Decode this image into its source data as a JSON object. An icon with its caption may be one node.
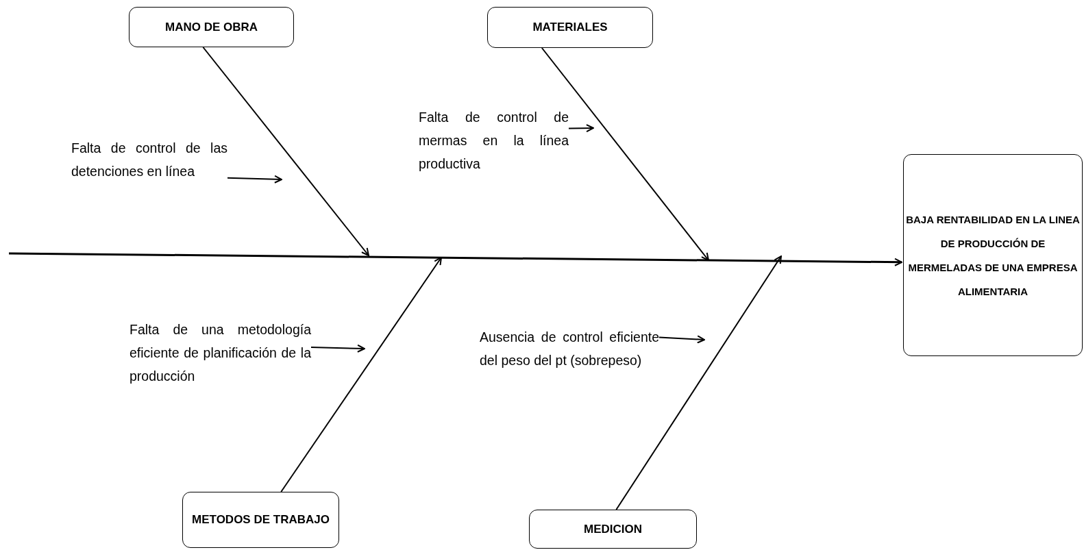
{
  "diagram": {
    "nodes": [
      {
        "text": [
          "MANO DE OBRA"
        ]
      },
      {
        "text": [
          "MATERIALES"
        ]
      },
      {
        "text": [
          "BAJA RENTABILIDAD EN LA LINEA DE PRODUCCIÓN DE MERMELADAS DE UNA EMPRESA ALIMENTARIA"
        ]
      },
      {
        "text": [
          "METODOS DE TRABAJO"
        ]
      },
      {
        "text": [
          "MEDICION"
        ]
      },
      {
        "text": [
          "Falta de control de las detenciones en línea"
        ]
      },
      {
        "text": [
          "Falta de control de mermas en la línea productiva"
        ]
      },
      {
        "text": [
          "Falta de una metodología eficiente de planificación de la producción"
        ]
      },
      {
        "text": [
          "Ausencia de control eficiente del peso del pt (sobrepeso)"
        ]
      }
    ],
    "edges": [
      {
        "from": null,
        "to": 2,
        "arrow": "to"
      },
      {
        "from": 0,
        "to": null,
        "arrow": "to"
      },
      {
        "from": 1,
        "to": null,
        "arrow": "to"
      },
      {
        "from": 3,
        "to": null,
        "arrow": "to"
      },
      {
        "from": 4,
        "to": null,
        "arrow": "to"
      },
      {
        "from": 5,
        "to": null,
        "arrow": "to"
      },
      {
        "from": 6,
        "to": null,
        "arrow": "to"
      },
      {
        "from": 7,
        "to": null,
        "arrow": "to"
      },
      {
        "from": 8,
        "to": null,
        "arrow": "to"
      }
    ]
  }
}
